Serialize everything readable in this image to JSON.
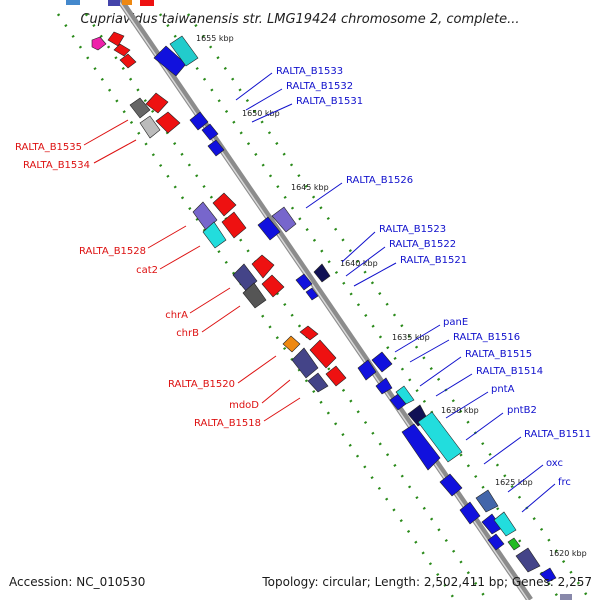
{
  "header": {
    "title": "Cupriavidus taiwanensis str. LMG19424 chromosome 2, complete..."
  },
  "footer": {
    "accession": "Accession: NC_010530",
    "topology": "Topology: circular; Length: 2,502,411 bp; Genes: 2,257"
  },
  "colors": {
    "forward_label": "#1010cc",
    "reverse_label": "#dd1111",
    "backbone": "#8c8c8c",
    "track_marks": "#2a8a1a"
  },
  "ticks": [
    "1655 kbp",
    "1650 kbp",
    "1645 kbp",
    "1640 kbp",
    "1635 kbp",
    "1630 kbp",
    "1625 kbp",
    "1620 kbp"
  ],
  "forward_labels": [
    "RALTA_B1533",
    "RALTA_B1532",
    "RALTA_B1531",
    "RALTA_B1526",
    "RALTA_B1523",
    "RALTA_B1522",
    "RALTA_B1521",
    "panE",
    "RALTA_B1516",
    "RALTA_B1515",
    "RALTA_B1514",
    "pntA",
    "pntB2",
    "RALTA_B1511",
    "oxc",
    "frc"
  ],
  "reverse_labels": [
    "RALTA_B1535",
    "RALTA_B1534",
    "RALTA_B1528",
    "cat2",
    "chrA",
    "chrB",
    "RALTA_B1520",
    "mdoD",
    "RALTA_B1518"
  ]
}
